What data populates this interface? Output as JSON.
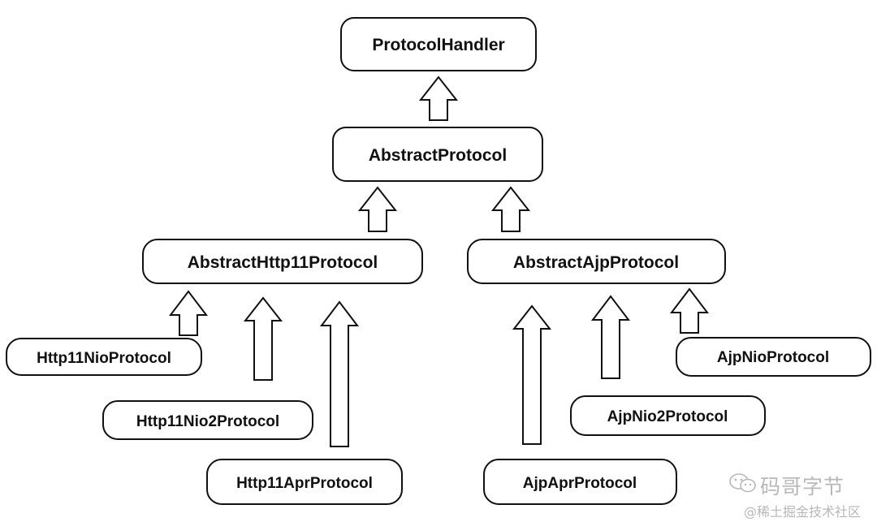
{
  "nodes": {
    "protocol_handler": "ProtocolHandler",
    "abstract_protocol": "AbstractProtocol",
    "abstract_http11_protocol": "AbstractHttp11Protocol",
    "abstract_ajp_protocol": "AbstractAjpProtocol",
    "http11_nio_protocol": "Http11NioProtocol",
    "http11_nio2_protocol": "Http11Nio2Protocol",
    "http11_apr_protocol": "Http11AprProtocol",
    "ajp_apr_protocol": "AjpAprProtocol",
    "ajp_nio2_protocol": "AjpNio2Protocol",
    "ajp_nio_protocol": "AjpNioProtocol"
  },
  "edges": [
    {
      "from": "abstract_protocol",
      "to": "protocol_handler"
    },
    {
      "from": "abstract_http11_protocol",
      "to": "abstract_protocol"
    },
    {
      "from": "abstract_ajp_protocol",
      "to": "abstract_protocol"
    },
    {
      "from": "http11_nio_protocol",
      "to": "abstract_http11_protocol"
    },
    {
      "from": "http11_nio2_protocol",
      "to": "abstract_http11_protocol"
    },
    {
      "from": "http11_apr_protocol",
      "to": "abstract_http11_protocol"
    },
    {
      "from": "ajp_apr_protocol",
      "to": "abstract_ajp_protocol"
    },
    {
      "from": "ajp_nio2_protocol",
      "to": "abstract_ajp_protocol"
    },
    {
      "from": "ajp_nio_protocol",
      "to": "abstract_ajp_protocol"
    }
  ],
  "watermark": {
    "main": "码哥字节",
    "sub": "@稀土掘金技术社区",
    "icon": "wechat-icon"
  }
}
